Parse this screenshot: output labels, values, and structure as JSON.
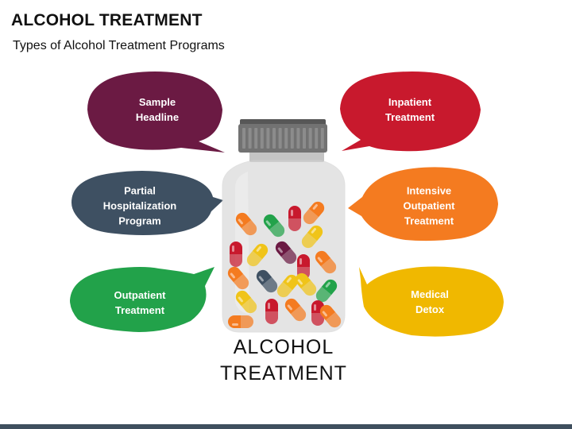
{
  "header": {
    "title": "ALCOHOL TREATMENT",
    "subtitle": "Types of Alcohol Treatment Programs"
  },
  "bubbles": [
    {
      "label": "Sample\nHeadline",
      "color": "#6b1a43"
    },
    {
      "label": "Partial\nHospitalization\nProgram",
      "color": "#3e5062"
    },
    {
      "label": "Outpatient\nTreatment",
      "color": "#22a24a"
    },
    {
      "label": "Inpatient\nTreatment",
      "color": "#c8192d"
    },
    {
      "label": "Intensive\nOutpatient\nTreatment",
      "color": "#f47b20"
    },
    {
      "label": "Medical\nDetox",
      "color": "#f0b800"
    }
  ],
  "bottle": {
    "label": "ALCOHOL\nTREATMENT"
  },
  "pill_colors": {
    "orange": "#f47b20",
    "red": "#c8192d",
    "yellow": "#f0c419",
    "green": "#22a24a",
    "purple": "#6b1a43",
    "navy": "#3e5062"
  },
  "footer_color": "#3f4f5e"
}
